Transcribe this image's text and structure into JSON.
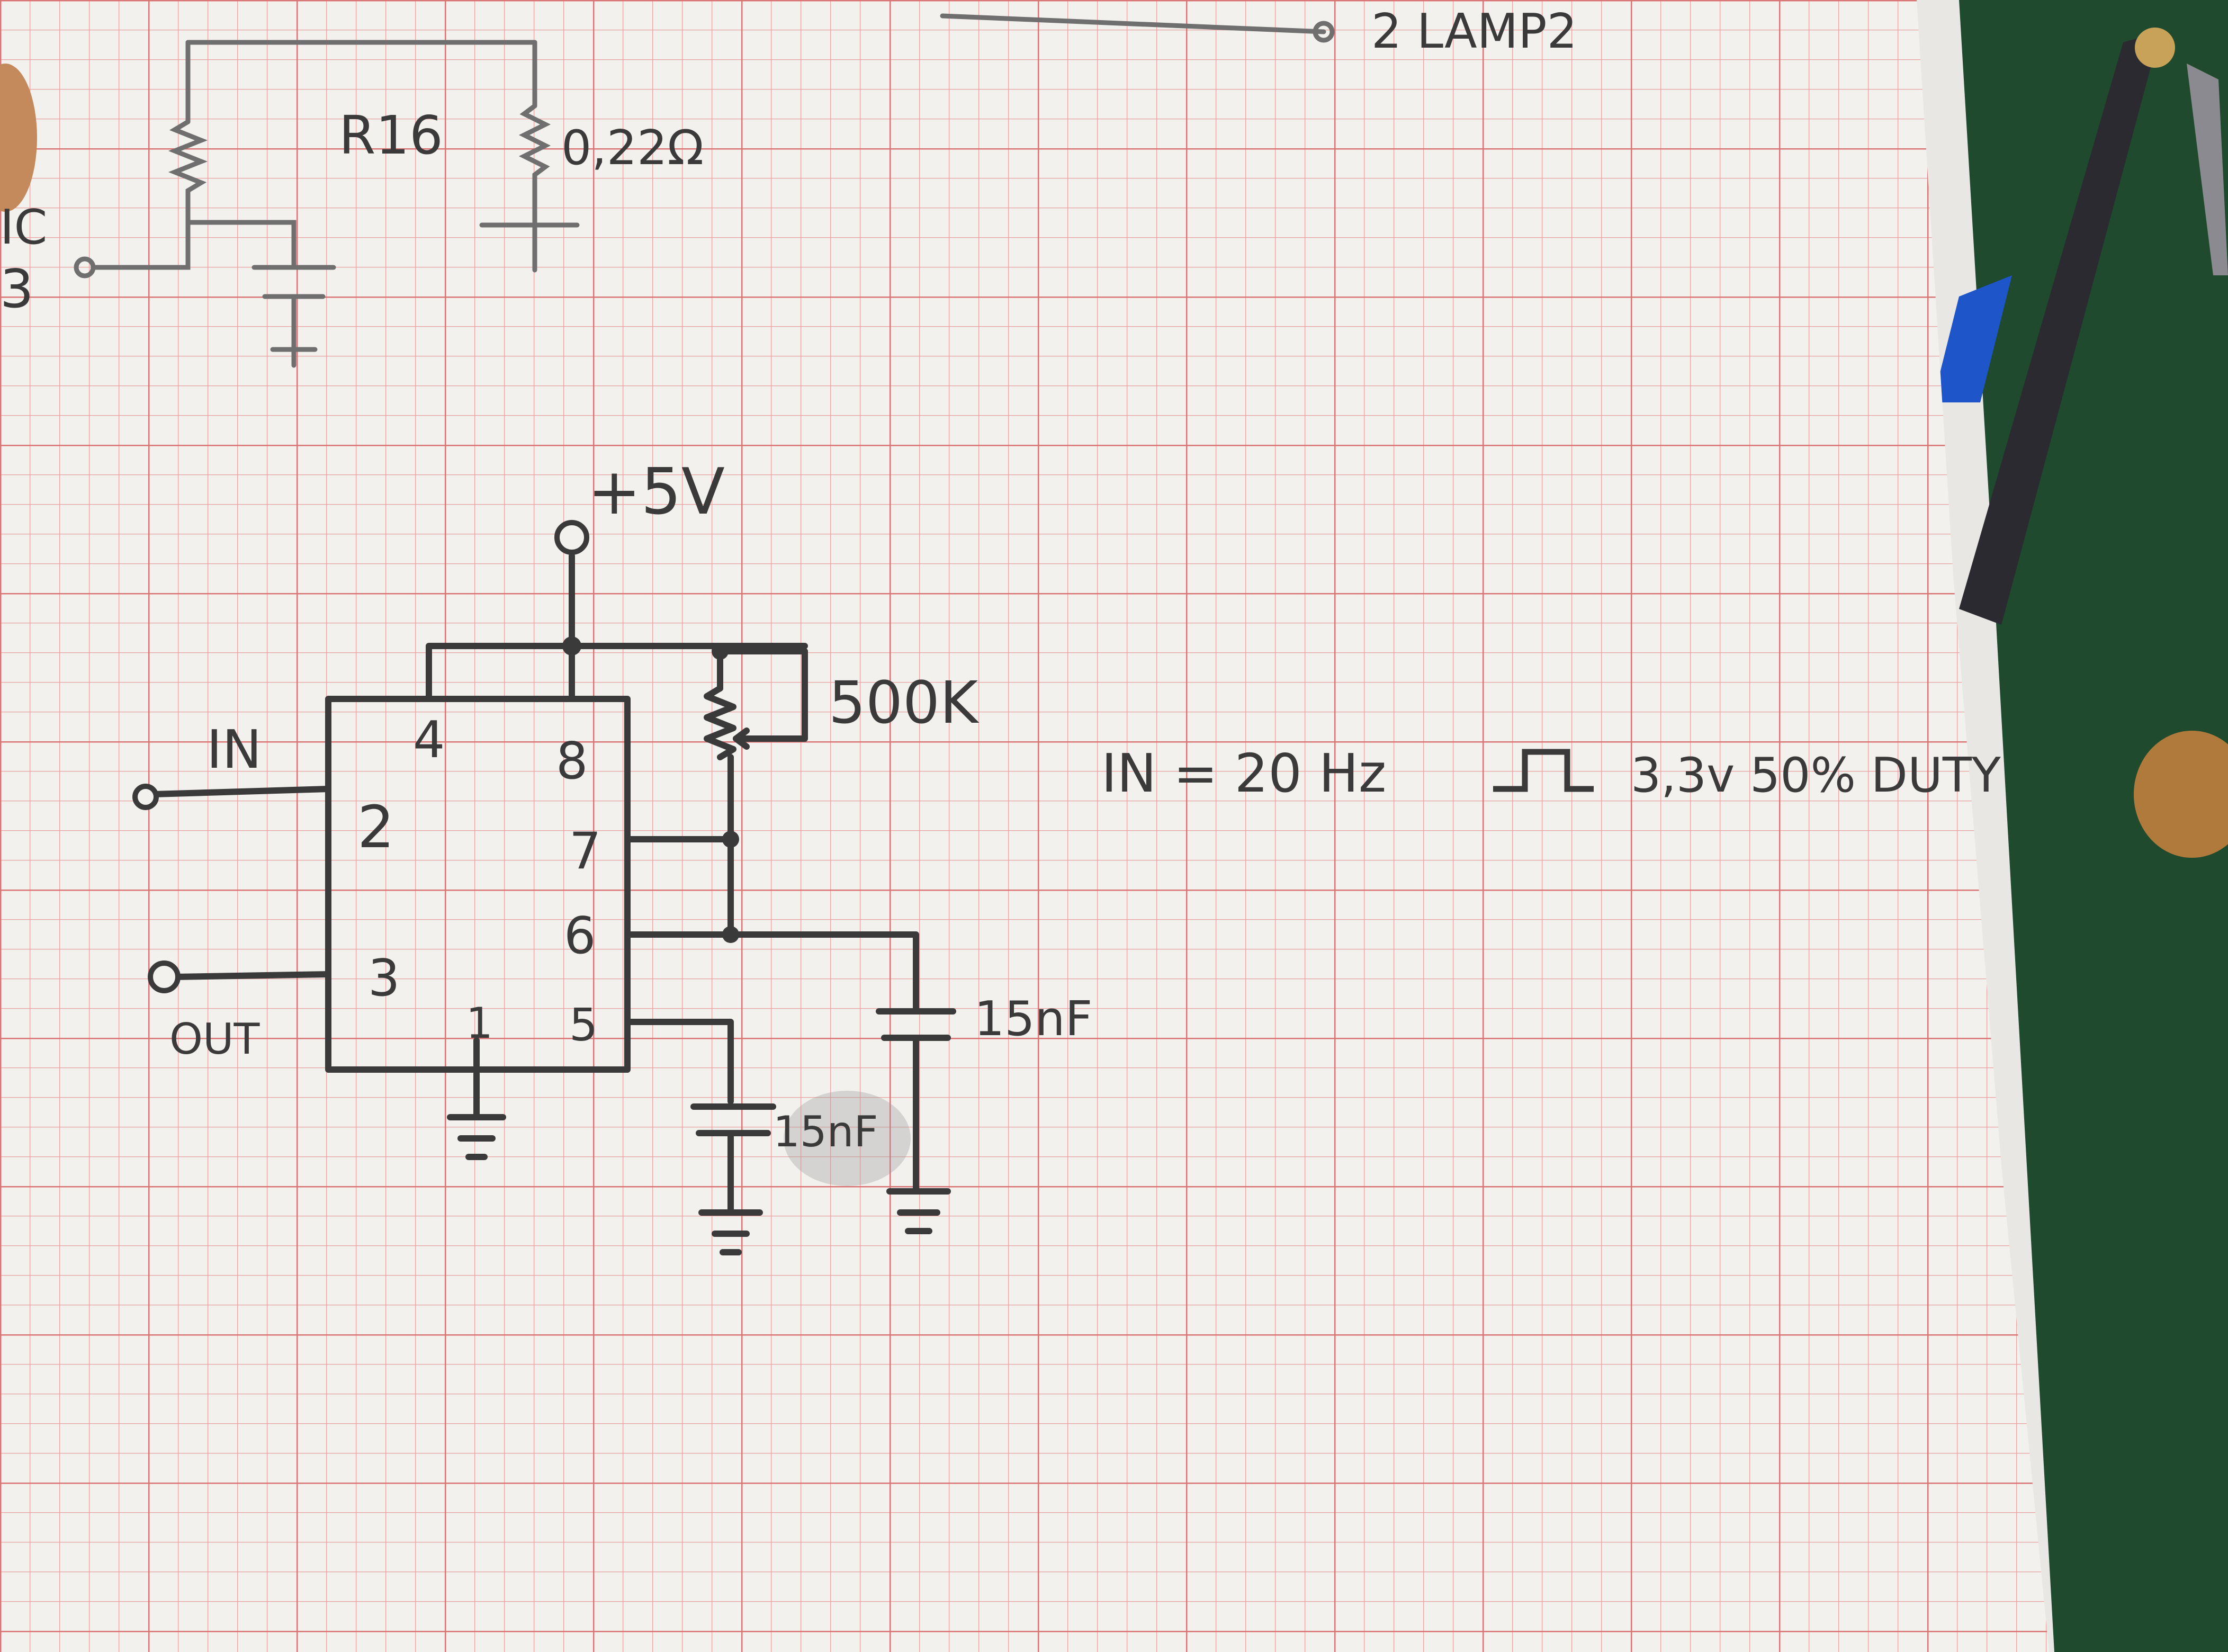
{
  "top_fragment": {
    "resistor_label": "R16",
    "resistor_value": "0,22Ω",
    "lamp_label": "2 LAMP2",
    "ic_label": "IC",
    "ic_pin": "3"
  },
  "circuit": {
    "supply": "+5V",
    "pot_value": "500K",
    "input_label": "IN",
    "output_label": "OUT",
    "pins": [
      "4",
      "8",
      "2",
      "7",
      "6",
      "3",
      "1",
      "5"
    ],
    "cap_timing": "15nF",
    "cap_control": "15nF"
  },
  "note": {
    "text_prefix": "IN = 20 Hz",
    "text_suffix": "3,3v 50% DUTY"
  },
  "colors": {
    "paper": "#f3f1ee",
    "grid": "#e89a9a",
    "grid_major": "#d97070",
    "pencil": "#3a3a3a",
    "table": "#1f4a2e"
  }
}
